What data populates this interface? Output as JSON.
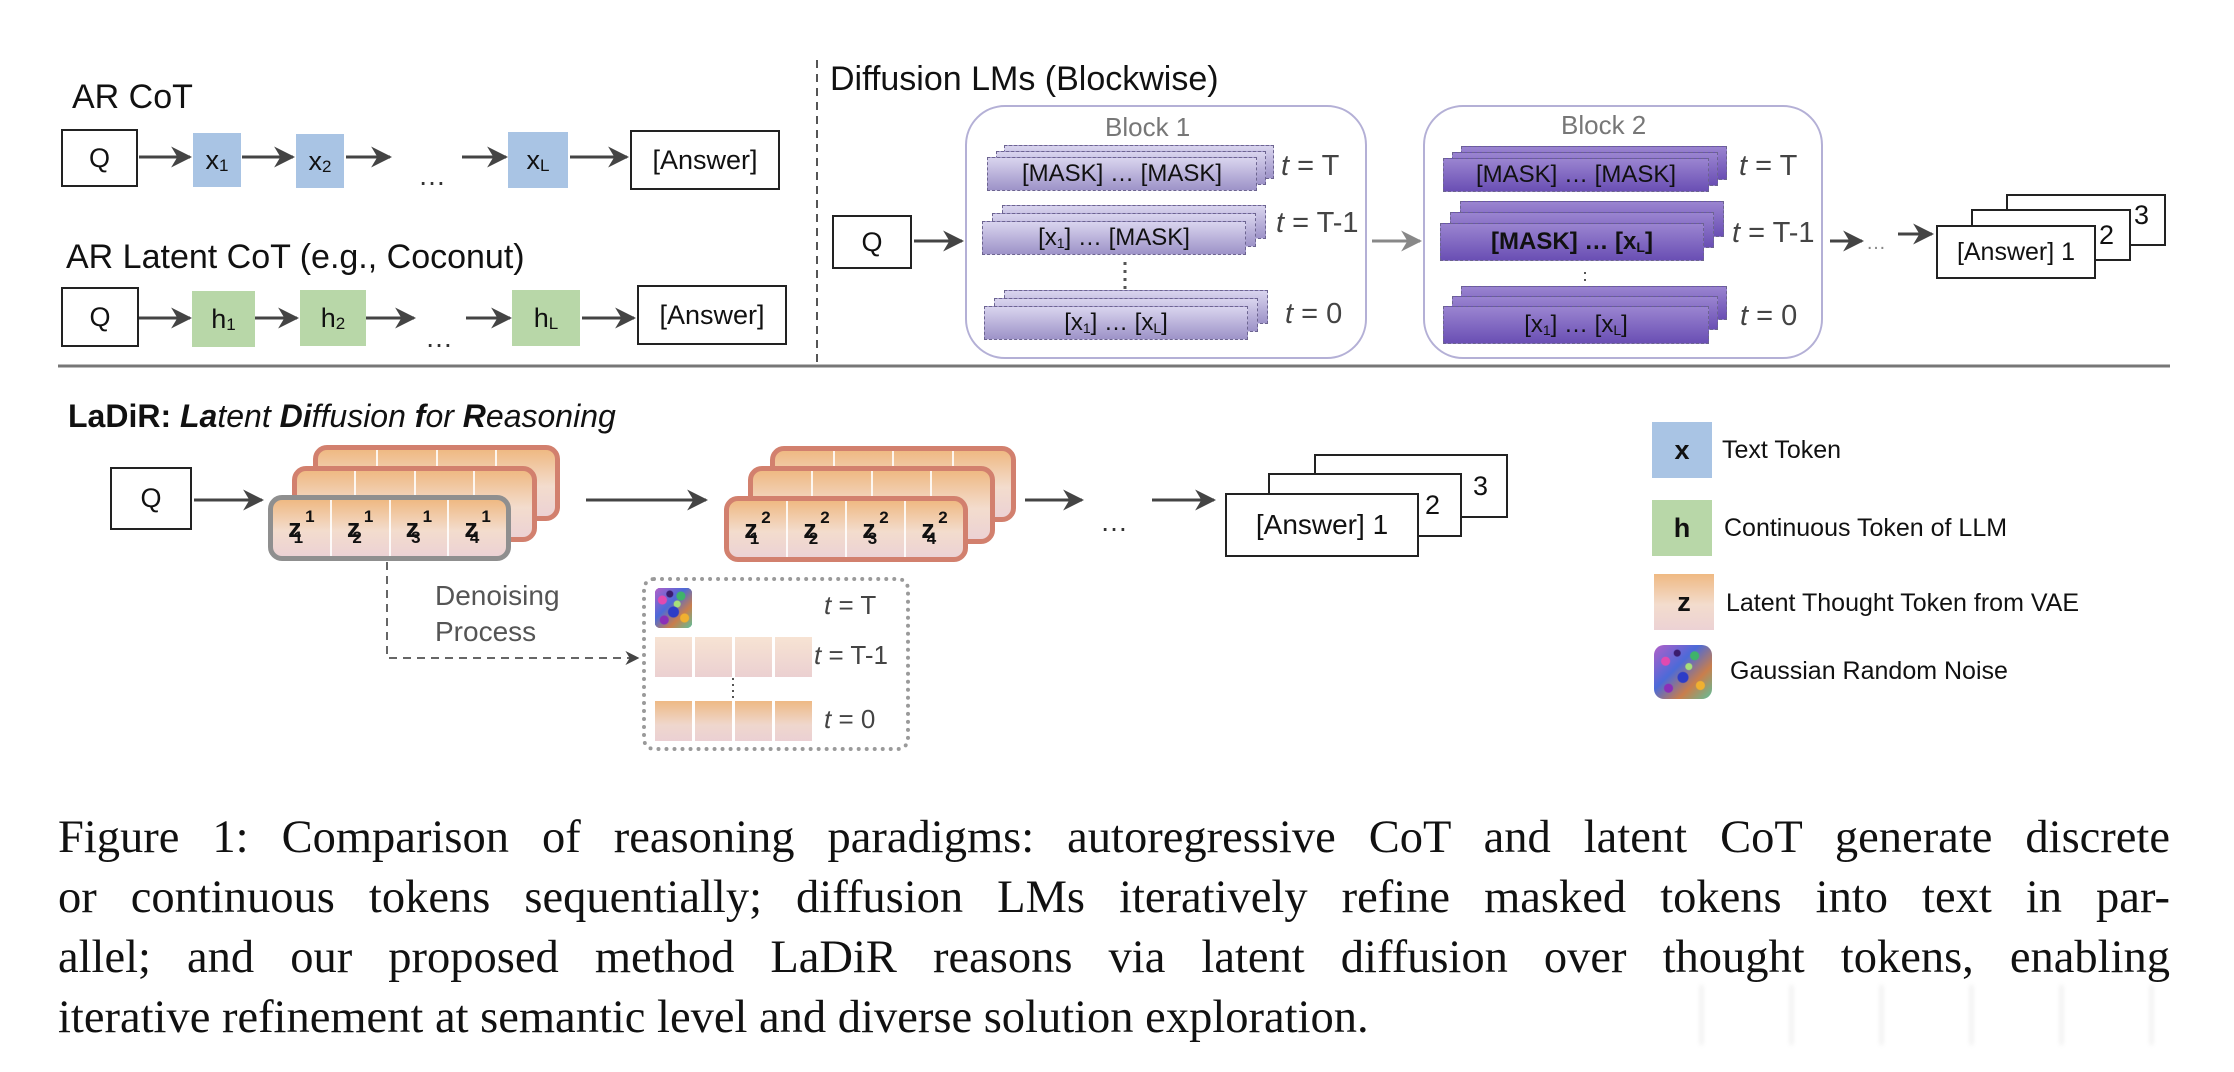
{
  "figure": {
    "ar_cot": {
      "title": "AR CoT",
      "query": "Q",
      "tokens": [
        {
          "base": "x",
          "sub": "1"
        },
        {
          "base": "x",
          "sub": "2"
        },
        {
          "base": "x",
          "sub": "L"
        }
      ],
      "ellipsis": "…",
      "answer": "[Answer]",
      "token_color": "#a9c4e4"
    },
    "ar_latent_cot": {
      "title": "AR Latent CoT (e.g., Coconut)",
      "query": "Q",
      "tokens": [
        {
          "base": "h",
          "sub": "1"
        },
        {
          "base": "h",
          "sub": "2"
        },
        {
          "base": "h",
          "sub": "L"
        }
      ],
      "ellipsis": "…",
      "answer": "[Answer]",
      "token_color": "#b8d7a8"
    },
    "diffusion_lms": {
      "title": "Diffusion LMs (Blockwise)",
      "query": "Q",
      "blocks": [
        {
          "label": "Block 1",
          "rows": [
            {
              "text_a": "[MASK]",
              "text_mid": " … ",
              "text_b": "[MASK]",
              "time": "= T"
            },
            {
              "text_a": "[x",
              "sub_a": "1",
              "text_mid": "] … ",
              "text_b": "[MASK]",
              "time": "= T-1"
            },
            {
              "text_a": "[x",
              "sub_a": "1",
              "text_mid": "] … [x",
              "text_b": "]",
              "sub_b": "L",
              "time": "= 0"
            }
          ]
        },
        {
          "label": "Block 2",
          "rows": [
            {
              "text_a": "[MASK]",
              "text_mid": " … ",
              "text_b": "[MASK]",
              "time": "= T"
            },
            {
              "text_a": "[MASK]",
              "text_mid": " … [x",
              "text_b": "]",
              "sub_b": "L",
              "time": "= T-1"
            },
            {
              "text_a": "[x",
              "sub_a": "1",
              "text_mid": "] … [x",
              "text_b": "]",
              "sub_b": "L",
              "time": "= 0"
            }
          ]
        }
      ],
      "time_var": "t",
      "ellipsis": "…",
      "answers": {
        "label": "[Answer] 1",
        "stack": [
          "2",
          "3"
        ]
      }
    },
    "ladir": {
      "title_bold": "LaDiR:",
      "title_parts": [
        {
          "text": "La",
          "bold": true
        },
        {
          "text": "tent ",
          "bold": false
        },
        {
          "text": "Di",
          "bold": true
        },
        {
          "text": "ffusion ",
          "bold": false
        },
        {
          "text": "f",
          "bold": true
        },
        {
          "text": "or ",
          "bold": false
        },
        {
          "text": "R",
          "bold": true
        },
        {
          "text": "easoning",
          "bold": false
        }
      ],
      "query": "Q",
      "stage1_tokens": [
        {
          "sub": "1",
          "sup": "1"
        },
        {
          "sub": "2",
          "sup": "1"
        },
        {
          "sub": "3",
          "sup": "1"
        },
        {
          "sub": "4",
          "sup": "1"
        }
      ],
      "stage2_tokens": [
        {
          "sub": "1",
          "sup": "2"
        },
        {
          "sub": "2",
          "sup": "2"
        },
        {
          "sub": "3",
          "sup": "2"
        },
        {
          "sub": "4",
          "sup": "2"
        }
      ],
      "token_base": "z",
      "ellipsis": "…",
      "answers": {
        "label": "[Answer] 1",
        "stack": [
          "2",
          "3"
        ]
      },
      "denoising": {
        "label_line1": "Denoising",
        "label_line2": "Process",
        "time_var": "t",
        "steps": [
          "= T",
          "= T-1",
          "= 0"
        ]
      }
    },
    "legend": [
      {
        "symbol": "x",
        "label": "Text Token",
        "color": "#a9c4e4"
      },
      {
        "symbol": "h",
        "label": "Continuous Token of LLM",
        "color": "#b8d7a8"
      },
      {
        "symbol": "z",
        "label": "Latent Thought Token from VAE",
        "color": "#efc39a"
      },
      {
        "symbol": "",
        "label": "Gaussian Random Noise",
        "color": "noise"
      }
    ]
  },
  "caption": {
    "lines": [
      "Figure 1: Comparison of reasoning paradigms: autoregressive CoT and latent CoT generate discrete",
      "or continuous tokens sequentially; diffusion LMs iteratively refine masked tokens into text in par-",
      "allel; and our proposed method LaDiR reasons via latent diffusion over thought tokens, enabling",
      "iterative refinement at semantic level and diverse solution exploration."
    ]
  }
}
